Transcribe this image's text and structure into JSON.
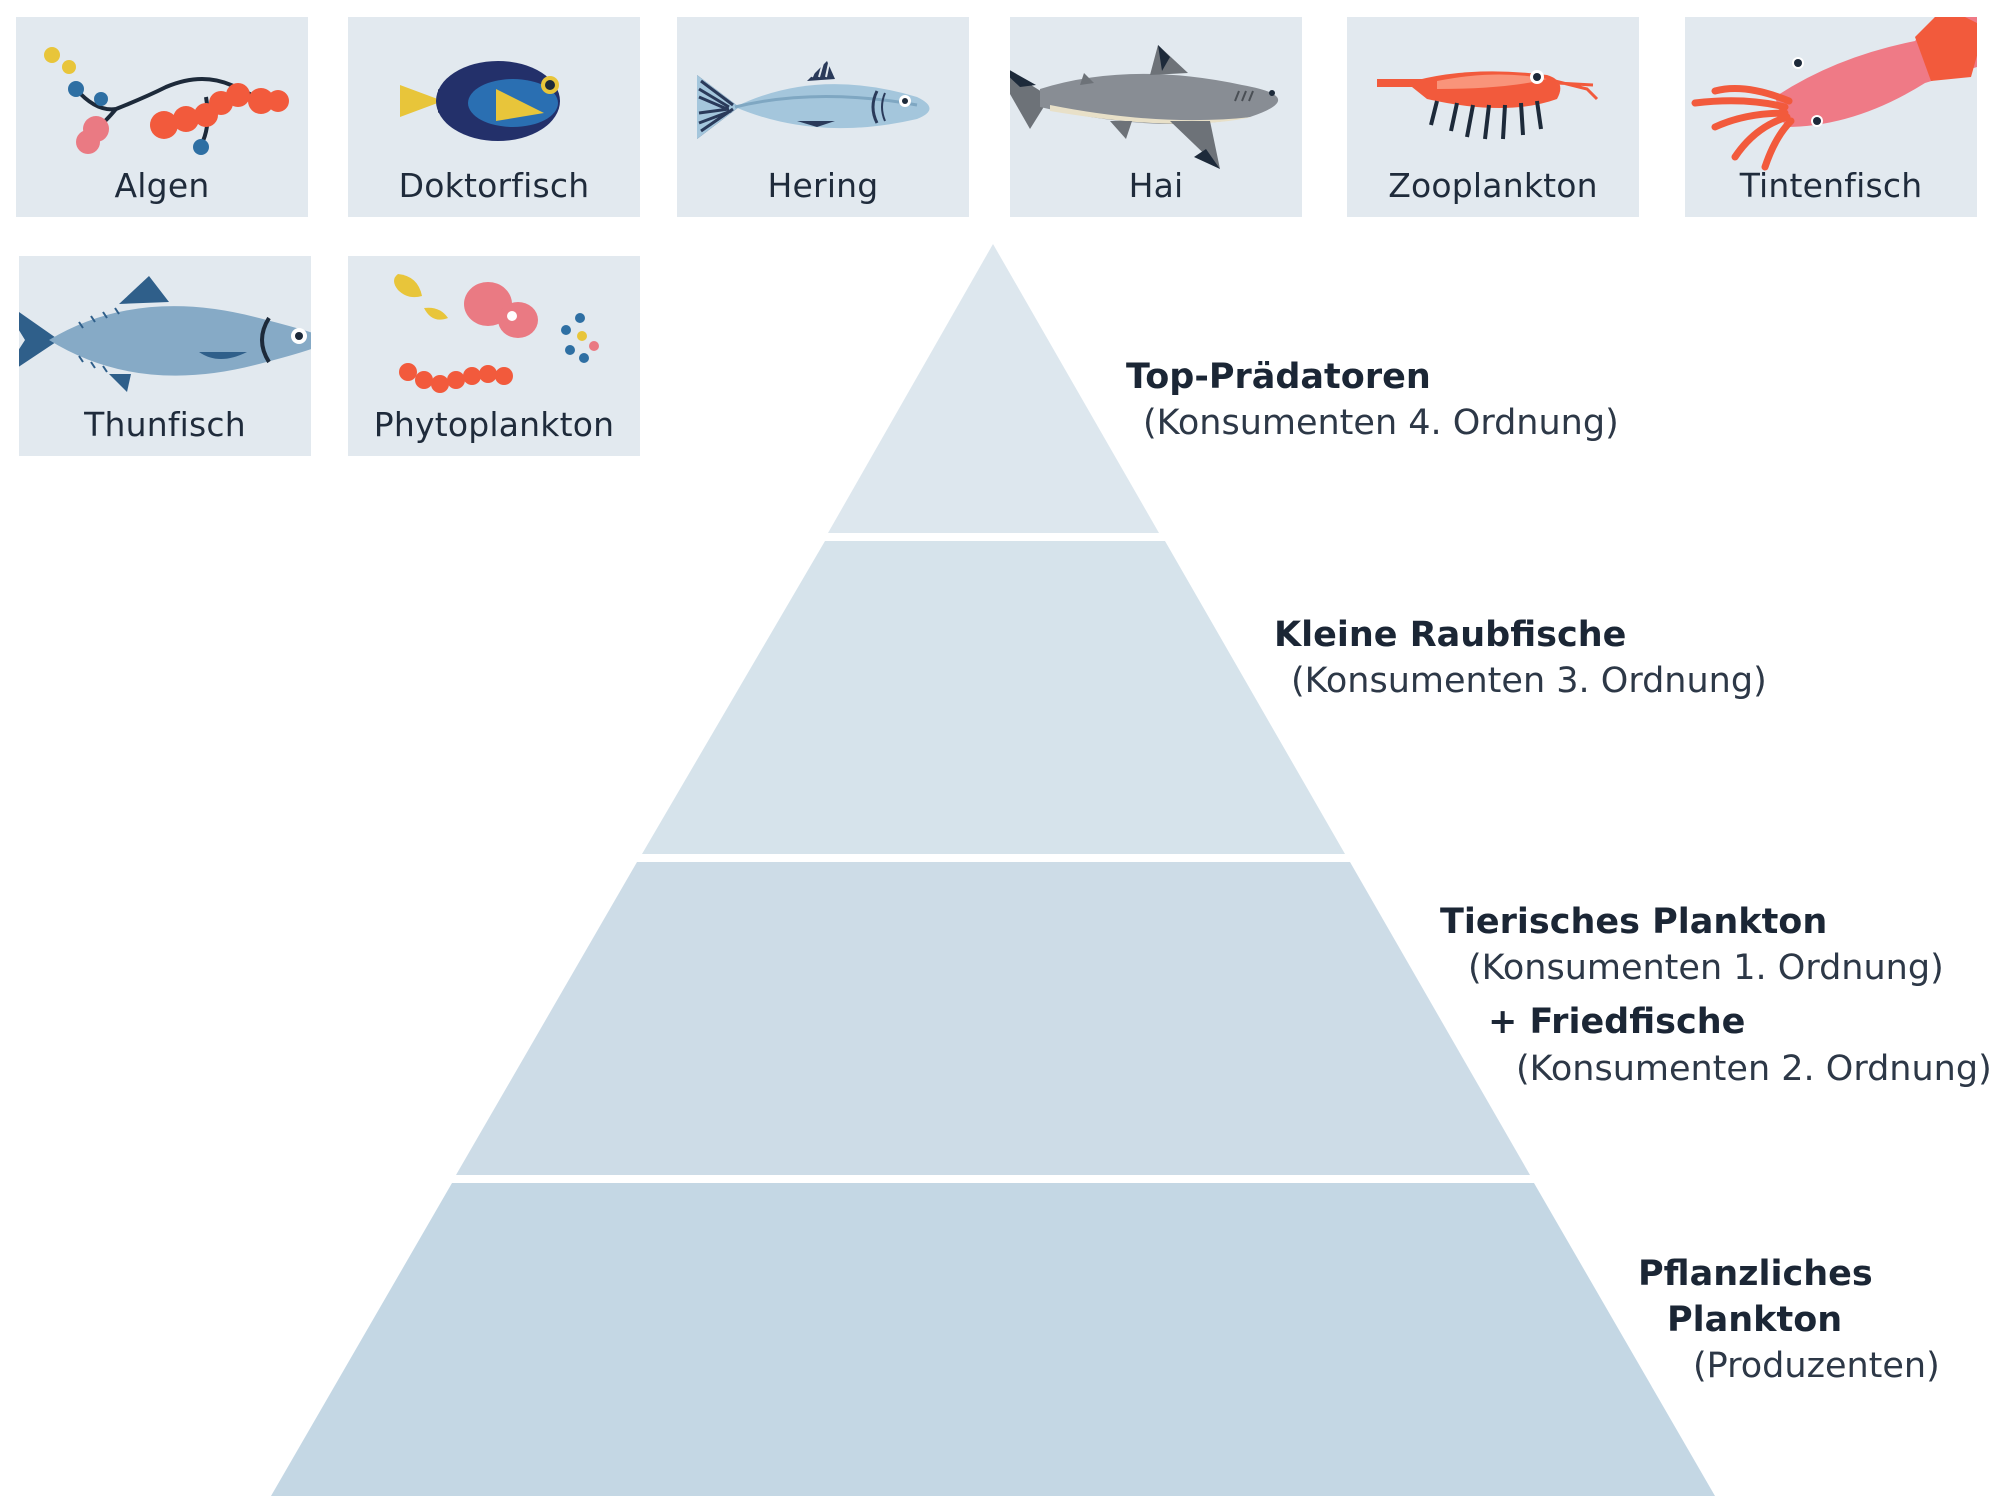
{
  "cards": [
    {
      "label": "Algen",
      "icon": "algae-icon"
    },
    {
      "label": "Doktorfisch",
      "icon": "surgeonfish-icon"
    },
    {
      "label": "Hering",
      "icon": "herring-icon"
    },
    {
      "label": "Hai",
      "icon": "shark-icon"
    },
    {
      "label": "Zooplankton",
      "icon": "shrimp-icon"
    },
    {
      "label": "Tintenfisch",
      "icon": "squid-icon"
    },
    {
      "label": "Thunfisch",
      "icon": "tuna-icon"
    },
    {
      "label": "Phytoplankton",
      "icon": "phytoplankton-icon"
    }
  ],
  "levels": [
    {
      "title": "Top-Prädatoren",
      "sub": "(Konsumenten 4. Ordnung)"
    },
    {
      "title": "Kleine Raubfische",
      "sub": "(Konsumenten 3. Ordnung)"
    },
    {
      "title": "Tierisches Plankton",
      "sub": "(Konsumenten 1. Ordnung)",
      "title2": "+ Friedfische",
      "sub2": "(Konsumenten 2. Ordnung)"
    },
    {
      "title": "Pflanzliches",
      "title_b": "Plankton",
      "sub": "(Produzenten)"
    }
  ],
  "colors": {
    "card_bg": "#e2e9ef",
    "pyramid_level_1": "#dde7ee",
    "pyramid_level_2": "#d6e3eb",
    "pyramid_level_3": "#cddce7",
    "pyramid_level_4": "#c4d7e4"
  }
}
